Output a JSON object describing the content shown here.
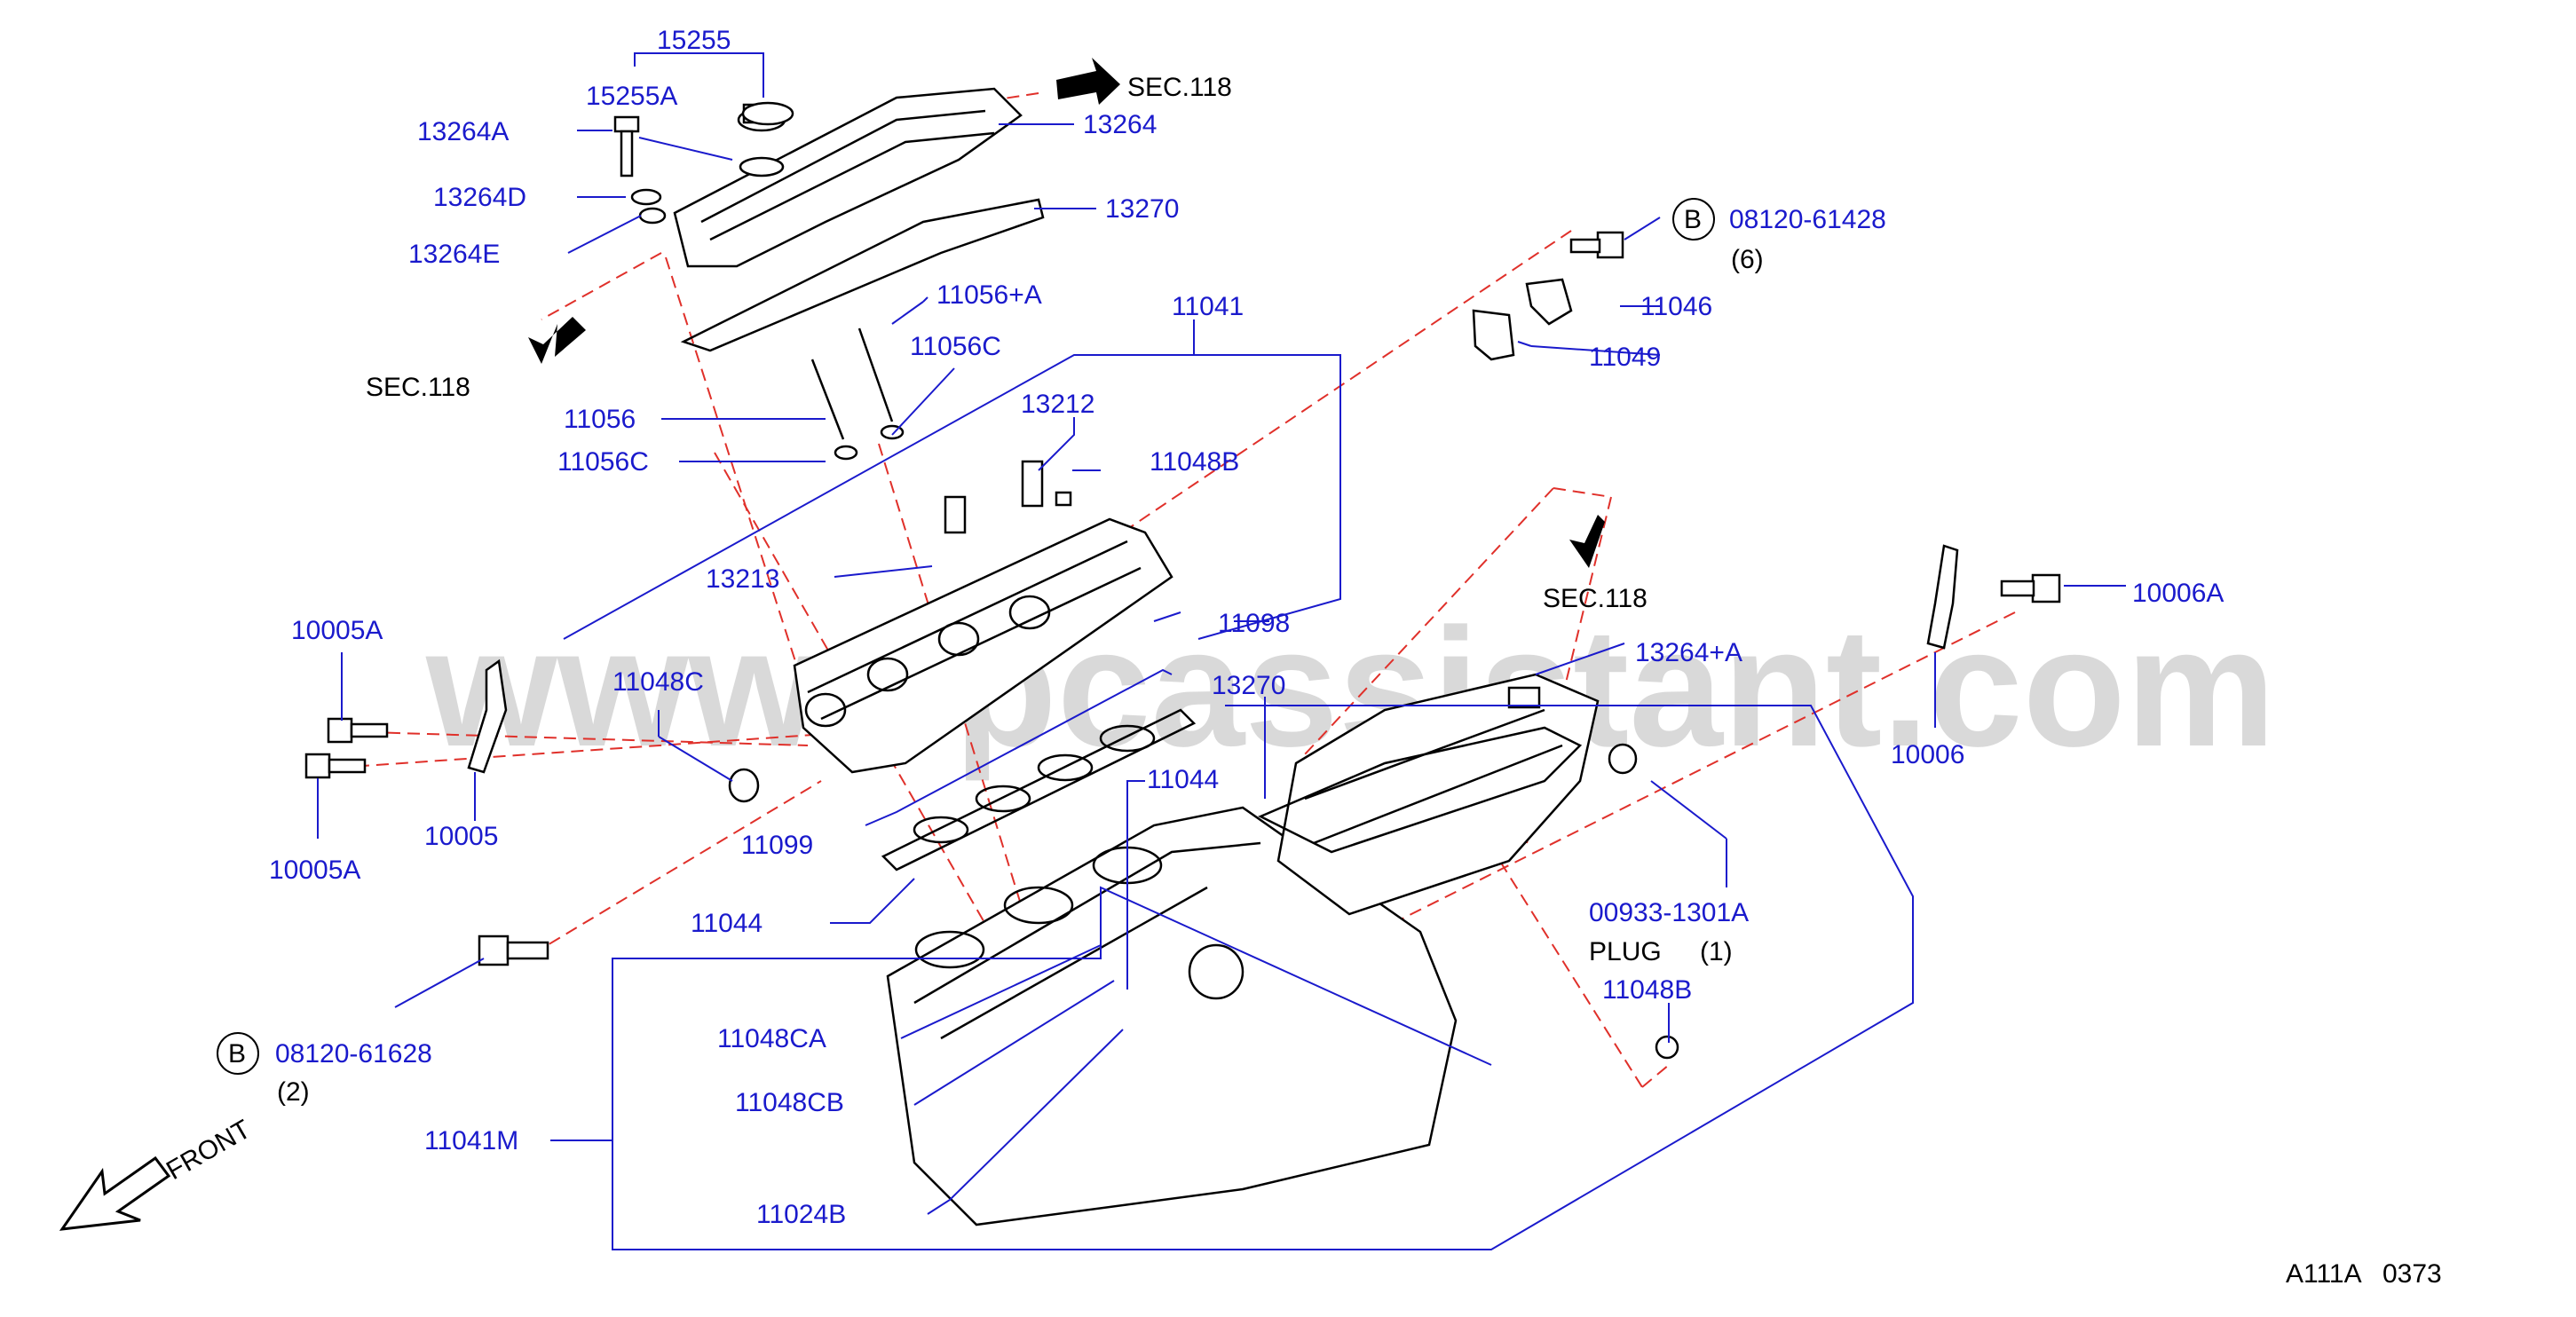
{
  "watermark": "www.epcassistant.com",
  "diagram_code": "A111A   0373",
  "front_label": "FRONT",
  "sec_refs": [
    "SEC.118",
    "SEC.118",
    "SEC.118"
  ],
  "bolt_refs": [
    {
      "symbol": "B",
      "part": "08120-61428",
      "qty": "(6)"
    },
    {
      "symbol": "B",
      "part": "08120-61628",
      "qty": "(2)"
    }
  ],
  "plug_label": "PLUG",
  "plug_qty": "(1)",
  "labels": {
    "p15255": "15255",
    "p15255A": "15255A",
    "p13264A": "13264A",
    "p13264D": "13264D",
    "p13264E": "13264E",
    "p13264": "13264",
    "p13270_top": "13270",
    "p11056A": "11056+A",
    "p11056C_top": "11056C",
    "p11041": "11041",
    "p11056": "11056",
    "p11056C": "11056C",
    "p13212": "13212",
    "p11048B_top": "11048B",
    "p13213": "13213",
    "p11046": "11046",
    "p11049": "11049",
    "p11098": "11098",
    "p10005A_top": "10005A",
    "p11048C": "11048C",
    "p13270_mid": "13270",
    "p13264pA": "13264+A",
    "p10006A": "10006A",
    "p10006": "10006",
    "p10005": "10005",
    "p10005A_bot": "10005A",
    "p11099": "11099",
    "p11044_mid": "11044",
    "p11044_low": "11044",
    "p00933": "00933-1301A",
    "p11048B_low": "11048B",
    "p11048CA": "11048CA",
    "p11048CB": "11048CB",
    "p11041M": "11041M",
    "p11024B": "11024B"
  }
}
